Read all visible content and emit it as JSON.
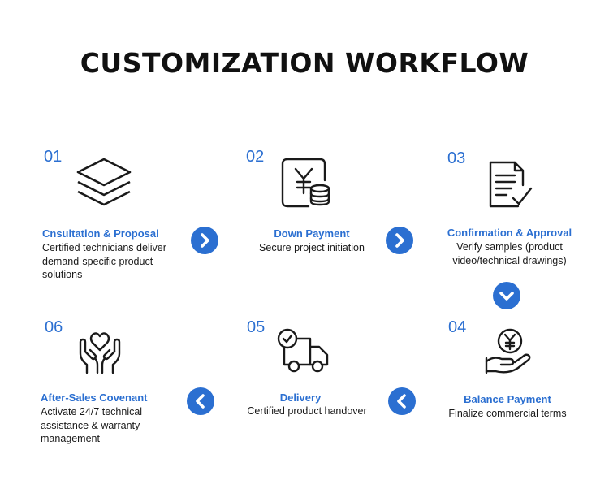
{
  "title": "CUSTOMIZATION WORKFLOW",
  "accent_color": "#2b6fd1",
  "steps": [
    {
      "number": "01",
      "title": "Cnsultation & Proposal",
      "description": "Certified technicians deliver demand-specific product solutions",
      "icon": "layers-icon"
    },
    {
      "number": "02",
      "title": "Down Payment",
      "description": "Secure project initiation",
      "icon": "yen-coins-icon"
    },
    {
      "number": "03",
      "title": "Confirmation & Approval",
      "description": "Verify samples (product video/technical drawings)",
      "icon": "document-check-icon"
    },
    {
      "number": "04",
      "title": "Balance Payment",
      "description": "Finalize commercial terms",
      "icon": "hand-yen-coin-icon"
    },
    {
      "number": "05",
      "title": "Delivery",
      "description": "Certified product handover",
      "icon": "delivery-truck-icon"
    },
    {
      "number": "06",
      "title": "After-Sales Covenant",
      "description": "Activate 24/7 technical assistance & warranty management",
      "icon": "hands-heart-icon"
    }
  ]
}
